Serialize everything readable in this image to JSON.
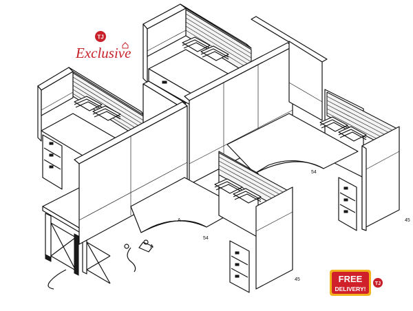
{
  "brand": {
    "logo_mark": "TJ",
    "name": "Exclusive",
    "color": "#c8202a"
  },
  "badge": {
    "line1": "FREE",
    "line2": "DELIVERY!",
    "logo_mark": "TJ",
    "fill_color": "#d0202a",
    "border_color": "#f2b21b"
  },
  "dimensions": {
    "d1": "54",
    "d2": "54",
    "d3": "45",
    "d4": "45",
    "d5": "A",
    "d6": "A"
  },
  "icons": {
    "illustration": "cubicle-workstation-cluster",
    "brand_mark": "tj-circle-logo",
    "delivery": "free-delivery-badge"
  }
}
